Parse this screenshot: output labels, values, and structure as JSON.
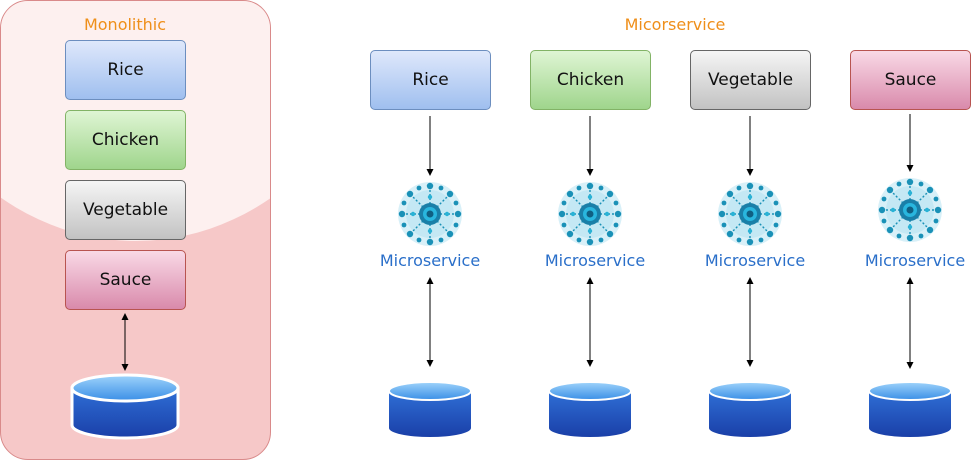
{
  "monolithic": {
    "title": "Monolithic",
    "items": [
      "Rice",
      "Chicken",
      "Vegetable",
      "Sauce"
    ]
  },
  "microservice": {
    "title": "Micorservice",
    "services": [
      {
        "name": "Rice",
        "label": "Microservice"
      },
      {
        "name": "Chicken",
        "label": "Microservice"
      },
      {
        "name": "Vegetable",
        "label": "Microservice"
      },
      {
        "name": "Sauce",
        "label": "Microservice"
      }
    ]
  },
  "colors": {
    "rice": "#9fbfef",
    "chicken": "#9fd58c",
    "vegetable": "#c2c2c2",
    "sauce": "#d98aab",
    "title": "#ef8f1a",
    "microservice_label": "#2a6fc9",
    "database": "#1a5fcf"
  }
}
